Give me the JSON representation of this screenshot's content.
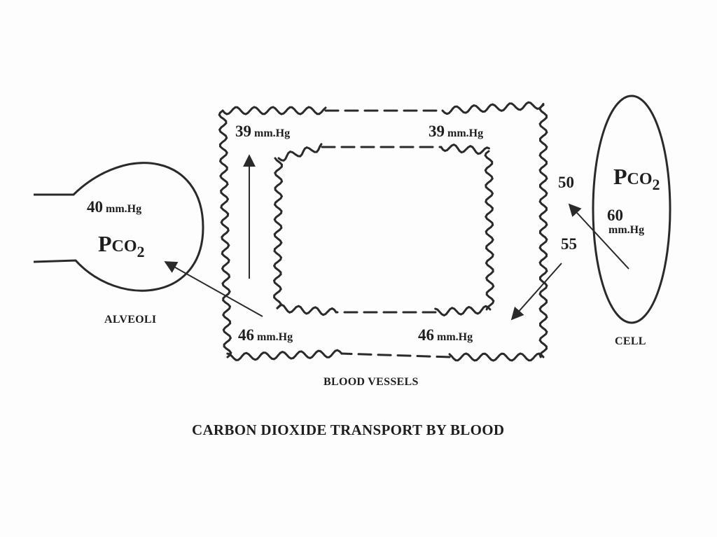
{
  "labels": {
    "tl_value": "39",
    "tr_value": "39",
    "alv_value": "40",
    "bl_value": "46",
    "br_value": "46",
    "unit": "mm.Hg",
    "cell_value": "60",
    "arrow_upper_value": "50",
    "arrow_lower_value": "55"
  },
  "pco2": {
    "p": "P",
    "co": "CO",
    "sub": "2"
  },
  "captions": {
    "alveoli": "ALVEOLI",
    "cell": "CELL",
    "vessels": "BLOOD VESSELS",
    "title": "CARBON DIOXIDE TRANSPORT BY BLOOD"
  },
  "colors": {
    "ink": "#2a2a2a",
    "background": "#fdfdfd"
  }
}
